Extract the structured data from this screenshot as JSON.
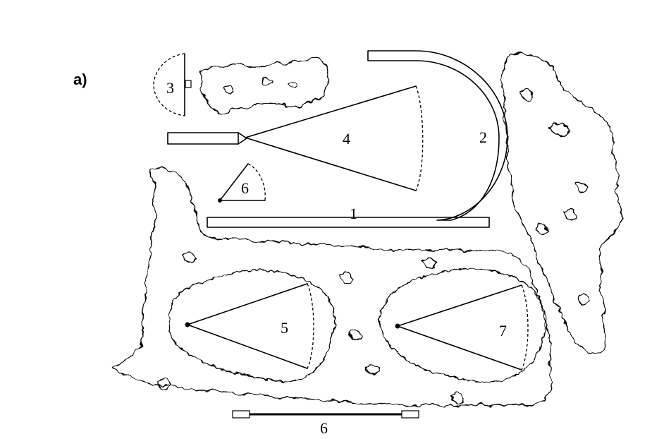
{
  "panel_label": "a)",
  "labels": {
    "straight_track": "1",
    "curved_track": "2",
    "small_arc": "3",
    "large_sector": "4",
    "lower_left_sector": "5",
    "small_sector": "6",
    "scale_bar": "6",
    "lower_right_sector": "7"
  }
}
